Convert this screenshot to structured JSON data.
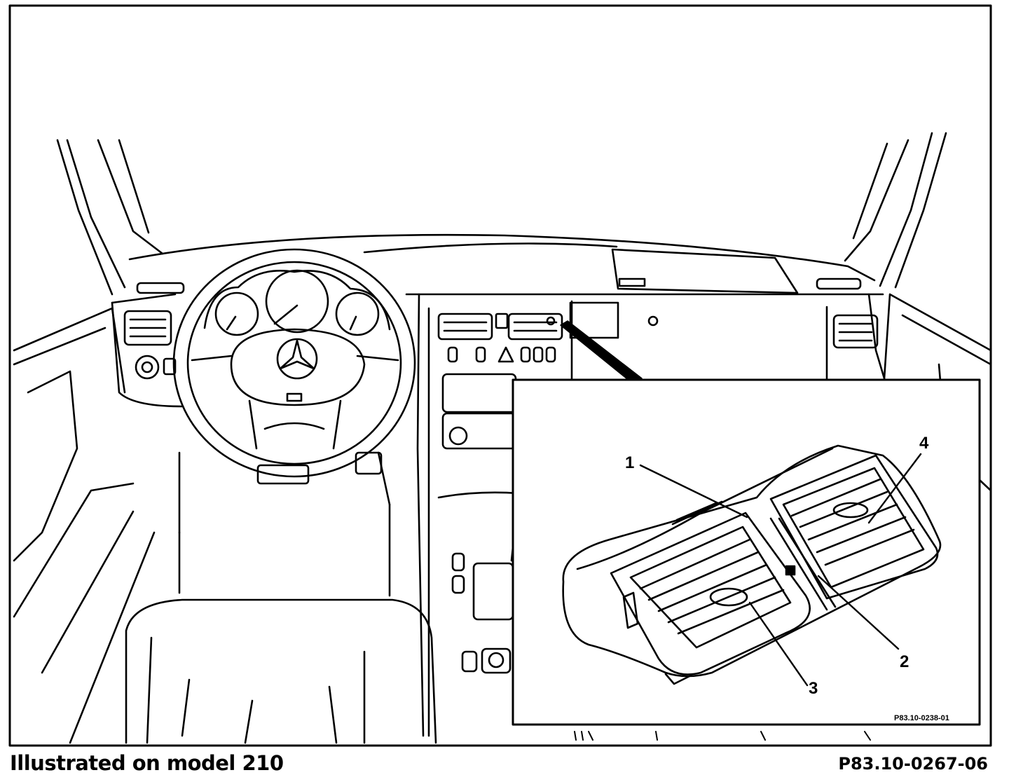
{
  "figure": {
    "caption": "Illustrated on model 210",
    "code": "P83.10-0267-06",
    "inset_code": "P83.10-0238-01",
    "callouts": [
      "1",
      "2",
      "3",
      "4"
    ]
  }
}
